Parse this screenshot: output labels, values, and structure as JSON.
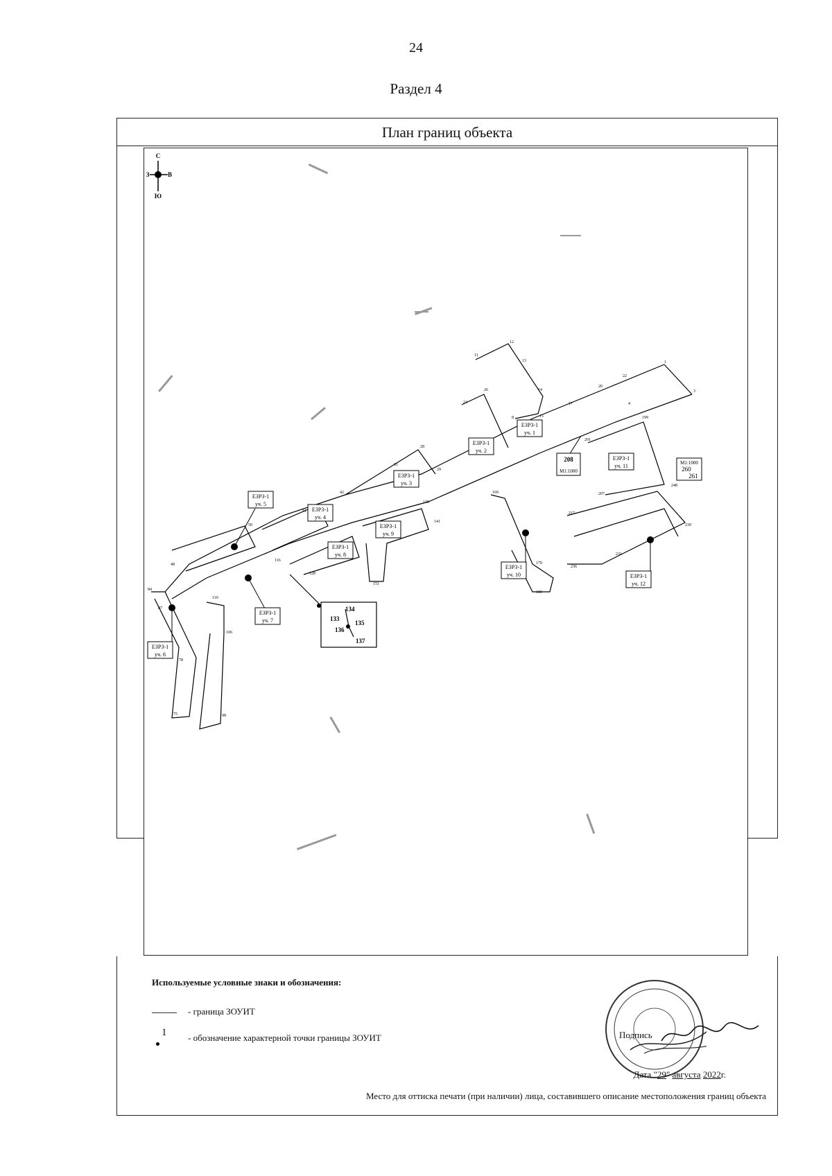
{
  "page_number": "24",
  "section": "Раздел 4",
  "plan_title": "План границ объекта",
  "compass": {
    "north": "С",
    "south": "Ю",
    "east": "В",
    "west": "З"
  },
  "zones": {
    "z1": "ЕЗРЗ-1",
    "u1": "уч. 1",
    "z2": "ЕЗРЗ-1",
    "u2": "уч. 2",
    "z3": "ЕЗРЗ-1",
    "u3": "уч. 3",
    "z4": "ЕЗРЗ-1",
    "u4": "уч. 4",
    "z5": "ЕЗРЗ-1",
    "u5": "уч. 5",
    "z6": "ЕЗРЗ-1",
    "u6": "уч. 6",
    "z7": "ЕЗРЗ-1",
    "u7": "уч. 7",
    "z8": "ЕЗРЗ-1",
    "u8": "уч. 8",
    "z9": "ЕЗРЗ-1",
    "u9": "уч. 9",
    "z10": "ЕЗРЗ-1",
    "u10": "уч. 10",
    "z11": "ЕЗРЗ-1",
    "u11": "уч. 11",
    "z12": "ЕЗРЗ-1",
    "u12": "уч. 12"
  },
  "inset": {
    "p133": "133",
    "p134": "134",
    "p135": "135",
    "p136": "136",
    "p137": "137"
  },
  "callouts": {
    "a_top": "M1:1000",
    "a_mid": "208",
    "b_top": "M1:1000",
    "b_mid": "260",
    "b_bot": "261"
  },
  "legend": {
    "title": "Используемые условные знаки и обозначения:",
    "line_label": "- граница ЗОУИТ",
    "point_number": "1",
    "point_label": "- обозначение характерной точки границы ЗОУИТ"
  },
  "signature": {
    "label": "Подпись",
    "date_prefix": "Дата \"",
    "day": "29",
    "date_mid": "\" ",
    "month": "августа",
    "year": "2022",
    "date_suffix": "г.",
    "place_text": "Место для оттиска печати (при наличии) лица, составившего описание местоположения границ объекта"
  }
}
